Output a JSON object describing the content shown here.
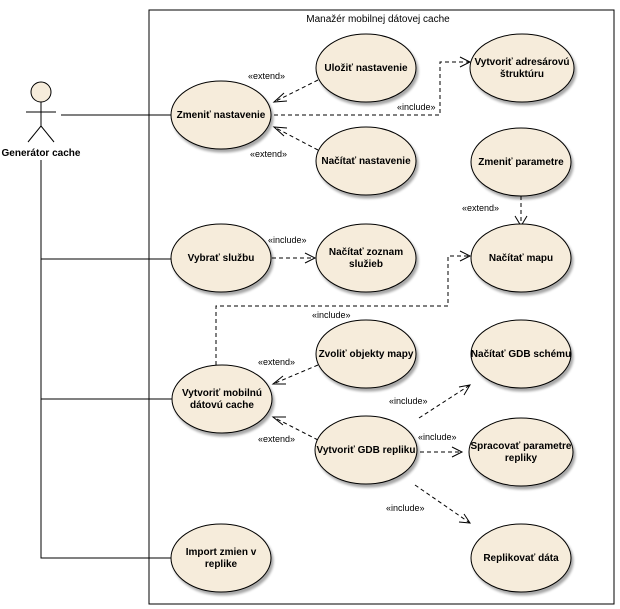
{
  "system": {
    "title": "Manažér mobilnej dátovej cache"
  },
  "actor": {
    "name": "Generátor cache"
  },
  "use_cases": {
    "zmenit_nastavenie": [
      "Zmeniť nastavenie"
    ],
    "ulozit_nastavenie": [
      "Uložiť nastavenie"
    ],
    "nacitat_nastavenie": [
      "Načítať nastavenie"
    ],
    "vytvorit_adresarovu": [
      "Vytvoriť adresárovú",
      "štruktúru"
    ],
    "zmenit_parametre": [
      "Zmeniť parametre"
    ],
    "vybrat_sluzbu": [
      "Vybrať službu"
    ],
    "nacitat_zoznam": [
      "Načítať zoznam",
      "služieb"
    ],
    "nacitat_mapu": [
      "Načítať mapu"
    ],
    "vytvorit_cache": [
      "Vytvoriť mobilnú",
      "dátovú cache"
    ],
    "zvolit_objekty": [
      "Zvoliť objekty mapy"
    ],
    "nacitat_gdb": [
      "Načítať GDB schému"
    ],
    "vytvorit_gdb": [
      "Vytvoriť GDB repliku"
    ],
    "spracovat_parametre": [
      "Spracovať parametre",
      "repliky"
    ],
    "import_zmien": [
      "Import zmien v",
      "replike"
    ],
    "replikovat_data": [
      "Replikovať dáta"
    ]
  },
  "relations": {
    "extend_ulozit": "«extend»",
    "extend_nacitat": "«extend»",
    "include_adresar": "«include»",
    "extend_parametre": "«extend»",
    "include_zoznam": "«include»",
    "include_mapa": "«include»",
    "extend_objekty": "«extend»",
    "extend_gdb": "«extend»",
    "include_schema": "«include»",
    "include_spracovat": "«include»",
    "include_replikovat": "«include»"
  }
}
